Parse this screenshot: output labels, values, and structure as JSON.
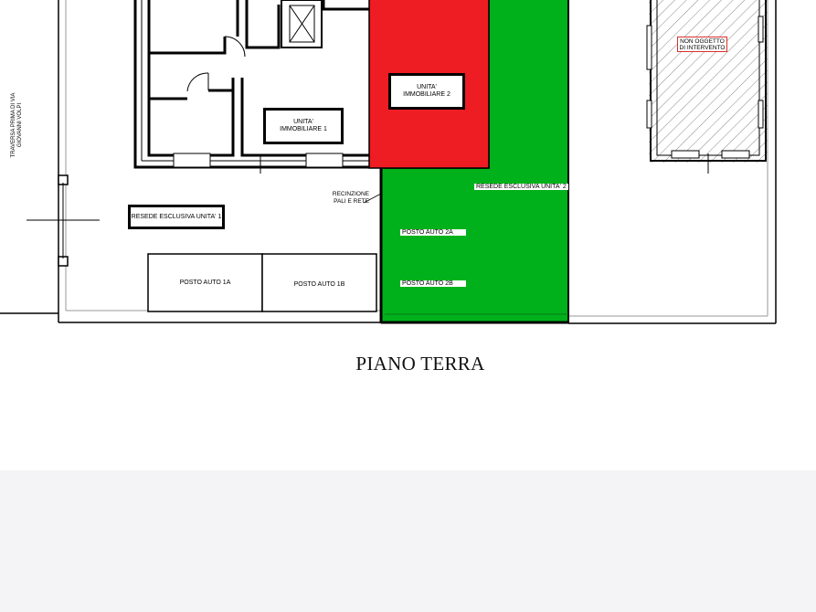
{
  "title": "PIANO TERRA",
  "street": {
    "line1": "TRAVERSA PRIMA DI VIA",
    "line2": "GIOVANNI VOLPI"
  },
  "units": {
    "unit1": {
      "line1": "UNITA'",
      "line2": "IMMOBILIARE 1"
    },
    "unit2": {
      "line1": "UNITA'",
      "line2": "IMMOBILIARE 2"
    }
  },
  "not_in_scope": {
    "line1": "NON OGGETTO",
    "line2": "DI INTERVENTO"
  },
  "resede1": "RESEDE ESCLUSIVA UNITA' 1",
  "resede2": "RESEDE ESCLUSIVA UNITA' 2",
  "fence": {
    "line1": "RECINZIONE",
    "line2": "PALI E RETE"
  },
  "parking": {
    "p1a": "POSTO AUTO 1A",
    "p1b": "POSTO AUTO 1B",
    "p2a": "POSTO AUTO 2A",
    "p2b": "POSTO AUTO 2B"
  },
  "colors": {
    "unit2_fill": "#ee1c23",
    "resede2_fill": "#00b11b",
    "not_in_scope_border": "#d9302a",
    "background": "#f4f4f6"
  }
}
